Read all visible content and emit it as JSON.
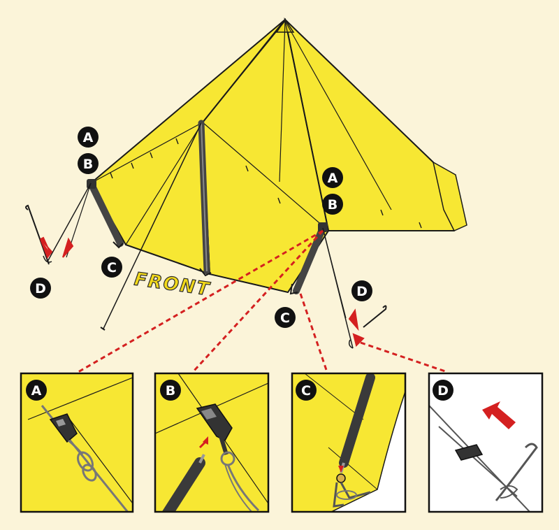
{
  "front_text": "FRONT",
  "labels": {
    "a": "A",
    "b": "B",
    "c": "C",
    "d": "D"
  },
  "colors": {
    "tent": "#f7e733",
    "outline": "#1a1a1a",
    "pole": "#444444",
    "arrow": "#d42020",
    "background": "#fbf4d9"
  }
}
